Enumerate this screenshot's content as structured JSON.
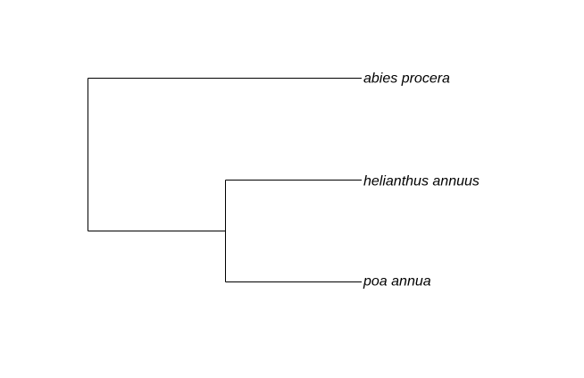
{
  "tree": {
    "newick": "(abies procera,(helianthus annuus,poa annua));",
    "tips": [
      {
        "id": "tip-1",
        "label": "abies procera"
      },
      {
        "id": "tip-2",
        "label": "helianthus annuus"
      },
      {
        "id": "tip-3",
        "label": "poa annua"
      }
    ],
    "line_color": "#000000",
    "label_style": "italic"
  }
}
